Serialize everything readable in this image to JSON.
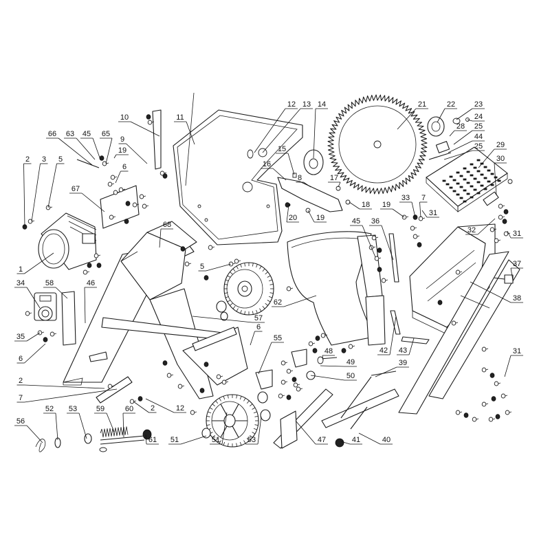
{
  "callouts": [
    {
      "n": "1",
      "ux": 30,
      "uy": 398,
      "to": [
        78,
        368
      ]
    },
    {
      "n": "2",
      "ux": 40,
      "uy": 238,
      "to": [
        36,
        330
      ]
    },
    {
      "n": "3",
      "ux": 64,
      "uy": 238,
      "to": [
        46,
        322
      ]
    },
    {
      "n": "5",
      "ux": 88,
      "uy": 238,
      "to": [
        70,
        302
      ]
    },
    {
      "n": "66",
      "ux": 76,
      "uy": 201,
      "to": [
        134,
        240
      ]
    },
    {
      "n": "63",
      "ux": 102,
      "uy": 201,
      "to": [
        138,
        232
      ]
    },
    {
      "n": "45",
      "ux": 126,
      "uy": 201,
      "to": [
        146,
        232
      ]
    },
    {
      "n": "65",
      "ux": 154,
      "uy": 201,
      "to": [
        154,
        238
      ]
    },
    {
      "n": "9",
      "ux": 178,
      "uy": 209,
      "to": [
        214,
        238
      ]
    },
    {
      "n": "19",
      "ux": 178,
      "uy": 225,
      "to": [
        166,
        230
      ]
    },
    {
      "n": "6",
      "ux": 181,
      "uy": 249,
      "to": [
        168,
        266
      ]
    },
    {
      "n": "10",
      "ux": 181,
      "uy": 177,
      "to": [
        232,
        198
      ]
    },
    {
      "n": "67",
      "ux": 110,
      "uy": 281,
      "to": [
        152,
        308
      ]
    },
    {
      "n": "68",
      "ux": 243,
      "uy": 333,
      "to": [
        232,
        360
      ]
    },
    {
      "n": "11",
      "ux": 262,
      "uy": 177,
      "to": [
        283,
        210
      ]
    },
    {
      "n": "12",
      "ux": 424,
      "uy": 158,
      "to": [
        370,
        222
      ]
    },
    {
      "n": "13",
      "ux": 446,
      "uy": 158,
      "to": [
        382,
        222
      ]
    },
    {
      "n": "14",
      "ux": 468,
      "uy": 158,
      "to": [
        456,
        230
      ]
    },
    {
      "n": "15",
      "ux": 410,
      "uy": 223,
      "to": [
        428,
        254
      ]
    },
    {
      "n": "16",
      "ux": 388,
      "uy": 245,
      "to": [
        416,
        262
      ]
    },
    {
      "n": "8",
      "ux": 436,
      "uy": 265,
      "to": [
        452,
        272
      ]
    },
    {
      "n": "17",
      "ux": 486,
      "uy": 265,
      "to": [
        492,
        272
      ]
    },
    {
      "n": "18",
      "ux": 532,
      "uy": 304,
      "to": [
        508,
        294
      ]
    },
    {
      "n": "19",
      "ux": 466,
      "uy": 323,
      "to": [
        448,
        306
      ]
    },
    {
      "n": "20",
      "ux": 426,
      "uy": 323,
      "to": [
        420,
        298
      ]
    },
    {
      "n": "21",
      "ux": 614,
      "uy": 158,
      "to": [
        578,
        188
      ]
    },
    {
      "n": "22",
      "ux": 656,
      "uy": 158,
      "to": [
        636,
        178
      ]
    },
    {
      "n": "23",
      "ux": 696,
      "uy": 158,
      "to": [
        664,
        174
      ]
    },
    {
      "n": "24",
      "ux": 696,
      "uy": 176,
      "to": [
        680,
        174
      ]
    },
    {
      "n": "28",
      "ux": 670,
      "uy": 190,
      "to": [
        654,
        198
      ]
    },
    {
      "n": "25",
      "ux": 696,
      "uy": 190,
      "to": [
        660,
        210
      ]
    },
    {
      "n": "44",
      "ux": 696,
      "uy": 205,
      "to": [
        652,
        222
      ]
    },
    {
      "n": "25",
      "ux": 696,
      "uy": 219,
      "to": [
        646,
        232
      ]
    },
    {
      "n": "29",
      "ux": 728,
      "uy": 217,
      "to": [
        696,
        244
      ]
    },
    {
      "n": "30",
      "ux": 728,
      "uy": 237,
      "to": [
        722,
        284
      ]
    },
    {
      "n": "19",
      "ux": 562,
      "uy": 304,
      "to": [
        588,
        316
      ]
    },
    {
      "n": "33",
      "ux": 590,
      "uy": 294,
      "to": [
        604,
        316
      ]
    },
    {
      "n": "7",
      "ux": 616,
      "uy": 294,
      "to": [
        612,
        316
      ]
    },
    {
      "n": "31",
      "ux": 630,
      "uy": 316,
      "to": [
        614,
        306
      ]
    },
    {
      "n": "32",
      "ux": 686,
      "uy": 341,
      "to": [
        720,
        318
      ]
    },
    {
      "n": "31",
      "ux": 752,
      "uy": 346,
      "to": [
        738,
        336
      ]
    },
    {
      "n": "45",
      "ux": 518,
      "uy": 328,
      "to": [
        546,
        374
      ]
    },
    {
      "n": "36",
      "ux": 546,
      "uy": 328,
      "to": [
        572,
        378
      ]
    },
    {
      "n": "5",
      "ux": 294,
      "uy": 394,
      "to": [
        336,
        384
      ]
    },
    {
      "n": "37",
      "ux": 752,
      "uy": 390,
      "to": [
        746,
        408
      ]
    },
    {
      "n": "38",
      "ux": 752,
      "uy": 440,
      "to": [
        684,
        410
      ]
    },
    {
      "n": "34",
      "ux": 30,
      "uy": 418,
      "to": [
        58,
        448
      ]
    },
    {
      "n": "58",
      "ux": 72,
      "uy": 418,
      "to": [
        98,
        434
      ]
    },
    {
      "n": "46",
      "ux": 132,
      "uy": 418,
      "to": [
        124,
        470
      ]
    },
    {
      "n": "62",
      "ux": 404,
      "uy": 446,
      "to": [
        460,
        430
      ]
    },
    {
      "n": "57",
      "ux": 376,
      "uy": 469,
      "to": [
        280,
        460
      ]
    },
    {
      "n": "35",
      "ux": 30,
      "uy": 496,
      "to": [
        58,
        484
      ]
    },
    {
      "n": "6",
      "ux": 376,
      "uy": 482,
      "to": [
        364,
        502
      ]
    },
    {
      "n": "55",
      "ux": 404,
      "uy": 498,
      "to": [
        376,
        544
      ]
    },
    {
      "n": "48",
      "ux": 478,
      "uy": 517,
      "to": [
        470,
        524
      ]
    },
    {
      "n": "49",
      "ux": 510,
      "uy": 533,
      "to": [
        466,
        532
      ]
    },
    {
      "n": "50",
      "ux": 510,
      "uy": 553,
      "to": [
        452,
        546
      ]
    },
    {
      "n": "6",
      "ux": 30,
      "uy": 528,
      "to": [
        66,
        500
      ]
    },
    {
      "n": "42",
      "ux": 558,
      "uy": 516,
      "to": [
        576,
        460
      ]
    },
    {
      "n": "43",
      "ux": 586,
      "uy": 516,
      "to": [
        602,
        492
      ]
    },
    {
      "n": "39",
      "ux": 586,
      "uy": 534,
      "to": [
        546,
        548
      ]
    },
    {
      "n": "31",
      "ux": 752,
      "uy": 517,
      "to": [
        734,
        548
      ]
    },
    {
      "n": "2",
      "ux": 30,
      "uy": 560,
      "to": [
        152,
        565
      ]
    },
    {
      "n": "7",
      "ux": 30,
      "uy": 585,
      "to": [
        170,
        566
      ]
    },
    {
      "n": "2",
      "ux": 222,
      "uy": 600,
      "to": [
        194,
        584
      ]
    },
    {
      "n": "12",
      "ux": 262,
      "uy": 600,
      "to": [
        212,
        580
      ]
    },
    {
      "n": "56",
      "ux": 30,
      "uy": 619,
      "to": [
        62,
        644
      ]
    },
    {
      "n": "52",
      "ux": 72,
      "uy": 601,
      "to": [
        84,
        640
      ]
    },
    {
      "n": "53",
      "ux": 106,
      "uy": 601,
      "to": [
        126,
        638
      ]
    },
    {
      "n": "59",
      "ux": 146,
      "uy": 601,
      "to": [
        166,
        628
      ]
    },
    {
      "n": "60",
      "ux": 188,
      "uy": 601,
      "to": [
        180,
        636
      ]
    },
    {
      "n": "61",
      "ux": 222,
      "uy": 646,
      "to": [
        212,
        632
      ]
    },
    {
      "n": "51",
      "ux": 254,
      "uy": 646,
      "to": [
        300,
        634
      ]
    },
    {
      "n": "51",
      "ux": 314,
      "uy": 646,
      "to": [
        330,
        600
      ]
    },
    {
      "n": "53",
      "ux": 366,
      "uy": 646,
      "to": [
        380,
        606
      ]
    },
    {
      "n": "47",
      "ux": 468,
      "uy": 646,
      "to": [
        430,
        612
      ]
    },
    {
      "n": "41",
      "ux": 518,
      "uy": 646,
      "to": [
        496,
        642
      ]
    },
    {
      "n": "40",
      "ux": 562,
      "uy": 646,
      "to": [
        522,
        630
      ]
    }
  ]
}
